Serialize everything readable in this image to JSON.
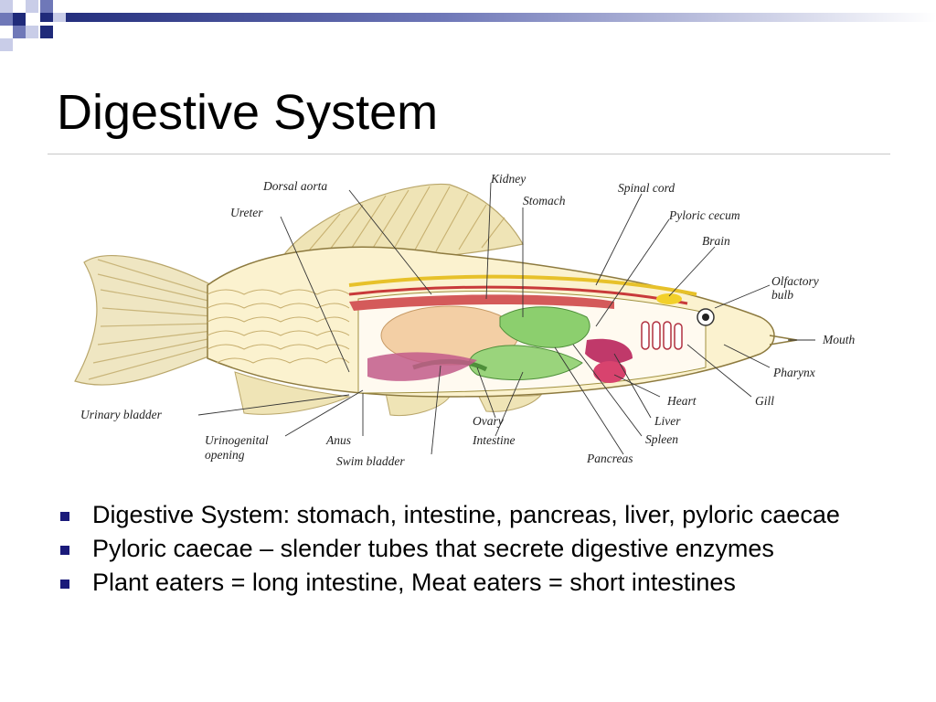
{
  "slide": {
    "title": "Digestive System",
    "accent_colors": {
      "navy": "#1f2a7a",
      "mid_blue": "#6f78b8",
      "light_blue": "#c9cde8"
    },
    "bullet_icon": "square-bullet-icon"
  },
  "figure": {
    "labels": {
      "dorsal_aorta": "Dorsal aorta",
      "kidney": "Kidney",
      "stomach": "Stomach",
      "spinal_cord": "Spinal cord",
      "pyloric_cecum": "Pyloric cecum",
      "brain": "Brain",
      "olfactory": "Olfactory",
      "bulb": "bulb",
      "ureter": "Ureter",
      "mouth": "Mouth",
      "pharynx": "Pharynx",
      "gill": "Gill",
      "heart": "Heart",
      "liver": "Liver",
      "spleen": "Spleen",
      "pancreas": "Pancreas",
      "ovary": "Ovary",
      "intestine": "Intestine",
      "swim_bladder": "Swim bladder",
      "anus": "Anus",
      "urinogenital": "Urinogenital",
      "opening": "opening",
      "urinary_bladder": "Urinary bladder"
    }
  },
  "bullets": [
    {
      "text": "Digestive System: stomach, intestine, pancreas, liver, pyloric caecae"
    },
    {
      "text": "Pyloric caecae – slender tubes that secrete digestive enzymes"
    },
    {
      "text": "Plant eaters = long intestine, Meat eaters = short intestines"
    }
  ]
}
